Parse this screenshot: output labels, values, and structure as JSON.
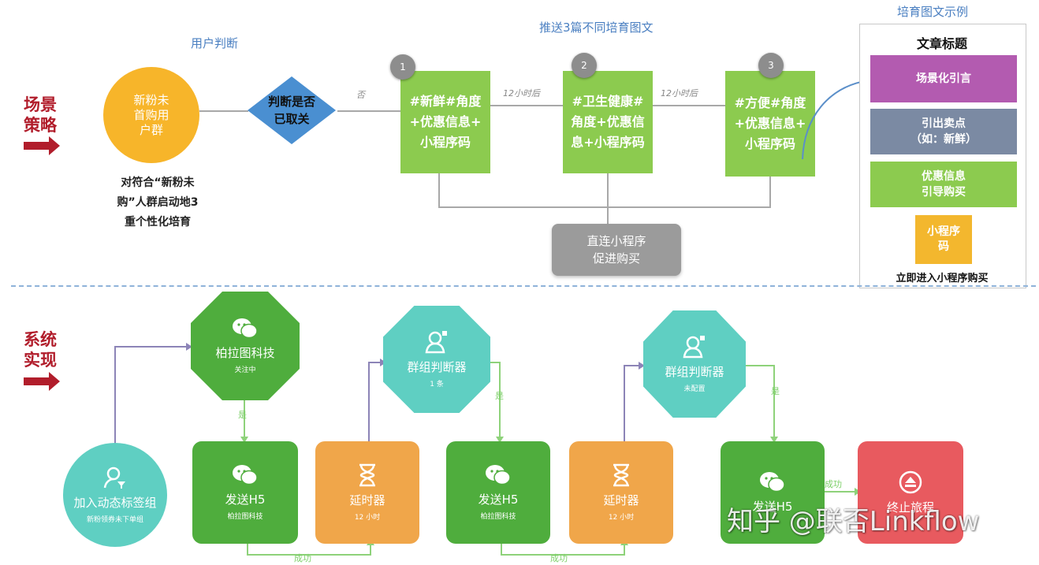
{
  "scenario": {
    "side_title_line1": "场景",
    "side_title_line2": "策略",
    "user_judgment_label": "用户判断",
    "push_label": "推送3篇不同培育图文",
    "new_fans_circle": "新粉未\n首购用\n户群",
    "new_fans_desc": "对符合“新粉未\n购”人群启动地3\n重个性化培育",
    "diamond_text": "判断是否\n已取关",
    "no_label": "否",
    "interval_label": "12小时后",
    "articles": [
      {
        "num": "1",
        "text": "#新鲜#角度\n+优惠信息+\n小程序码"
      },
      {
        "num": "2",
        "text": "#卫生健康#\n角度+优惠信\n息+小程序码"
      },
      {
        "num": "3",
        "text": "#方便#角度\n+优惠信息+\n小程序码"
      }
    ],
    "miniprogram_box": "直连小程序\n促进购买"
  },
  "example_panel": {
    "label": "培育图文示例",
    "heading": "文章标题",
    "rows": [
      {
        "text": "场景化引言",
        "color": "#b35bb0"
      },
      {
        "text": "引出卖点\n（如：新鲜）",
        "color": "#7b8aa3"
      },
      {
        "text": "优惠信息\n引导购买",
        "color": "#8ccb4f"
      }
    ],
    "qr_box": "小程序\n码",
    "qr_color": "#f3b72e",
    "footer": "立即进入小程序购买"
  },
  "system": {
    "side_title_line1": "系统",
    "side_title_line2": "实现",
    "start": {
      "title": "加入动态标签组",
      "sub": "新粉领券未下单组"
    },
    "octagons": [
      {
        "title": "柏拉图科技",
        "sub": "关注中",
        "icon": "wechat-icon"
      },
      {
        "title": "群组判断器",
        "sub": "1 条",
        "icon": "user-group-icon"
      },
      {
        "title": "群组判断器",
        "sub": "未配置",
        "icon": "user-group-icon"
      }
    ],
    "boxes": [
      {
        "title": "发送H5",
        "sub": "柏拉图科技",
        "kind": "send"
      },
      {
        "title": "延时器",
        "sub": "12 小时",
        "kind": "delay"
      },
      {
        "title": "发送H5",
        "sub": "柏拉图科技",
        "kind": "send"
      },
      {
        "title": "延时器",
        "sub": "12 小时",
        "kind": "delay"
      },
      {
        "title": "发送H5",
        "sub": "",
        "kind": "send"
      },
      {
        "title": "终止旅程",
        "sub": "",
        "kind": "end"
      }
    ],
    "yes_label": "是",
    "success_label": "成功"
  },
  "watermark": "知乎 @联否Linkflow",
  "colors": {
    "red_title": "#b11d2b",
    "blue_label": "#4a7fc1",
    "green": "#8ccb4f",
    "dark_green": "#4fad3d",
    "teal": "#5fcfc2",
    "orange": "#f0a64a",
    "red_end": "#e85a5f",
    "yellow_circle": "#f7b52a",
    "diamond": "#4a8fd1"
  }
}
